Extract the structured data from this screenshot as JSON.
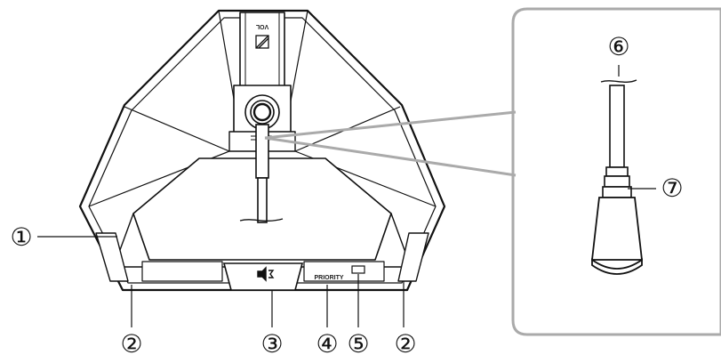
{
  "panel_labels": {
    "volume": "VOL",
    "priority": "PRIORITY"
  },
  "callouts": {
    "c1": "①",
    "c2_left": "②",
    "c3": "③",
    "c4": "④",
    "c5": "⑤",
    "c2_right": "②",
    "c6": "⑥",
    "c7": "⑦"
  },
  "icons": {
    "talk_button": "speaker-talk-icon",
    "volume_knob": "volume-knob-icon"
  },
  "colors": {
    "line": "#111111",
    "leader": "#aaaaaa",
    "fill": "#ffffff"
  }
}
